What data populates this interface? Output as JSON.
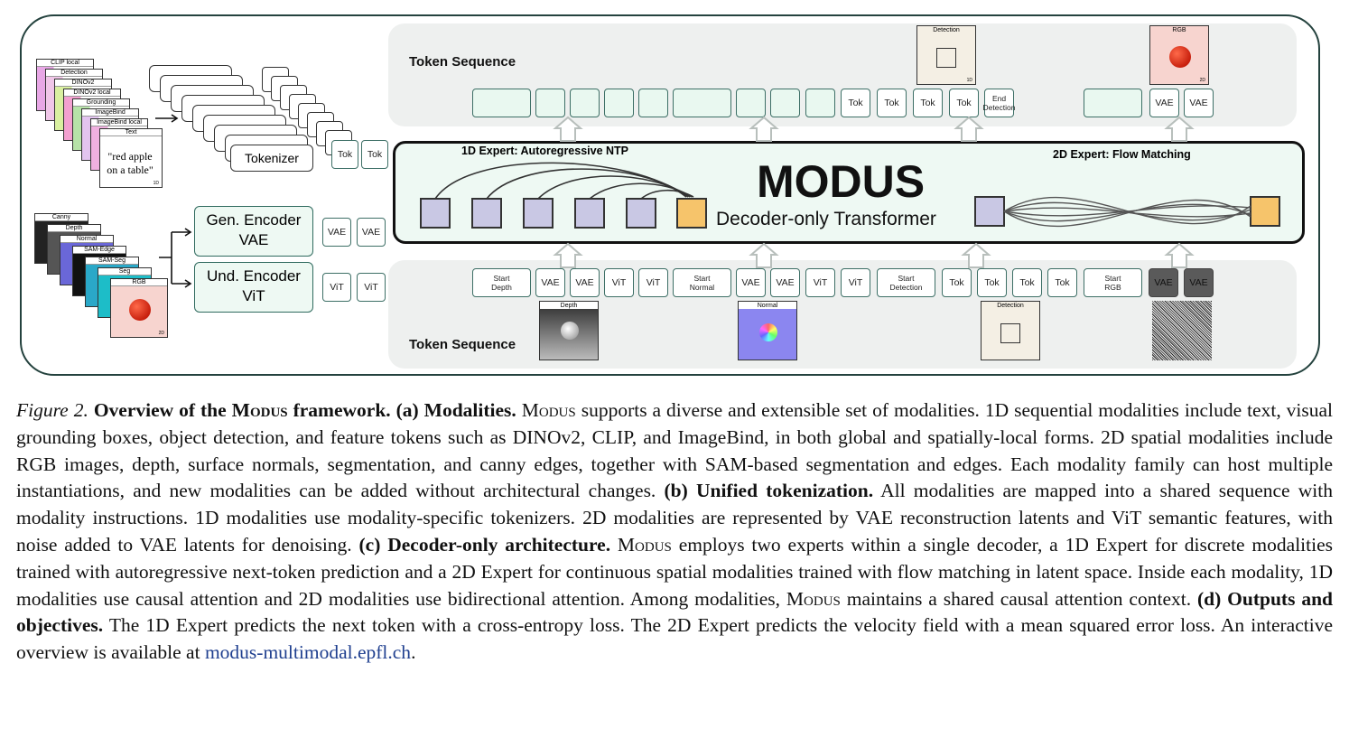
{
  "figure": {
    "token_sequence_label": "Token Sequence",
    "top_tokens": [
      "",
      "",
      "",
      "",
      "",
      "",
      "",
      "",
      "",
      "Tok",
      "Tok",
      "Tok",
      "Tok",
      "End\nDetection",
      "",
      "VAE",
      "VAE"
    ],
    "bottom_tokens": [
      "Start\nDepth",
      "VAE",
      "VAE",
      "ViT",
      "ViT",
      "Start\nNormal",
      "VAE",
      "VAE",
      "ViT",
      "ViT",
      "Start\nDetection",
      "Tok",
      "Tok",
      "Tok",
      "Tok",
      "Start\nRGB",
      "VAE",
      "VAE"
    ],
    "transformer": {
      "title": "MODUS",
      "subtitle": "Decoder-only Transformer",
      "expert_1d": "1D Expert: Autoregressive NTP",
      "expert_2d": "2D Expert: Flow Matching"
    },
    "cards_1d": [
      "CLIP local",
      "Detection",
      "DINOv2",
      "DINOv2 local",
      "Grounding",
      "ImageBind",
      "ImageBind local",
      "Text"
    ],
    "text_card_content": "\"red apple\non a table\"",
    "badge_1d": "1D",
    "badge_2d": "2D",
    "cards_2d": [
      "Canny",
      "Depth",
      "Normal",
      "SAM-Edge",
      "SAM-Seg",
      "Seg",
      "RGB"
    ],
    "tokenizer_label": "Tokenizer",
    "tok_label": "Tok",
    "gen_encoder": "Gen.  Encoder\nVAE",
    "und_encoder": "Und. Encoder\nViT",
    "vae_label": "VAE",
    "vit_label": "ViT",
    "out_detection_label": "Detection",
    "out_rgb_label": "RGB",
    "in_depth_label": "Depth",
    "in_normal_label": "Normal",
    "in_detection_label": "Detection"
  },
  "caption": {
    "figure_no": "Figure 2.",
    "title": "Overview of the M",
    "title_sc": "odus",
    "title_end": " framework.",
    "a_head": "(a) Modalities.",
    "a_text1": " M",
    "a_sc": "odus",
    "a_text2": " supports a diverse and extensible set of modalities. 1D sequential modalities include text, visual grounding boxes, object detection, and feature tokens such as DINOv2, CLIP, and ImageBind, in both global and spatially-local forms. 2D spatial modalities include RGB images, depth, surface normals, segmentation, and canny edges, together with SAM-based segmentation and edges. Each modality family can host multiple instantiations, and new modalities can be added without architectural changes. ",
    "b_head": "(b) Unified tokenization.",
    "b_text": " All modalities are mapped into a shared sequence with modality instructions. 1D modalities use modality-specific tokenizers. 2D modalities are represented by VAE reconstruction latents and ViT semantic features, with noise added to VAE latents for denoising. ",
    "c_head": "(c) Decoder-only architecture.",
    "c_text1": " M",
    "c_sc": "odus",
    "c_text2": " employs two experts within a single decoder, a 1D Expert for discrete modalities trained with autoregressive next-token prediction and a 2D Expert for continuous spatial modalities trained with flow matching in latent space. Inside each modality, 1D modalities use causal attention and 2D modalities use bidirectional attention. Among modalities, M",
    "c_sc2": "odus",
    "c_text3": " maintains a shared causal attention context. ",
    "d_head": "(d) Outputs and objectives.",
    "d_text": " The 1D Expert predicts the next token with a cross-entropy loss. The 2D Expert predicts the velocity field with a mean squared error loss. An interactive overview is available at ",
    "link": "modus-multimodal.epfl.ch",
    "end": "."
  },
  "colors": {
    "token_border": "#3d6f66",
    "token_fill": "#e9f8f0",
    "query_fill": "#f6c46b",
    "latent_fill": "#c9c8e4",
    "link": "#1f3f8f"
  }
}
